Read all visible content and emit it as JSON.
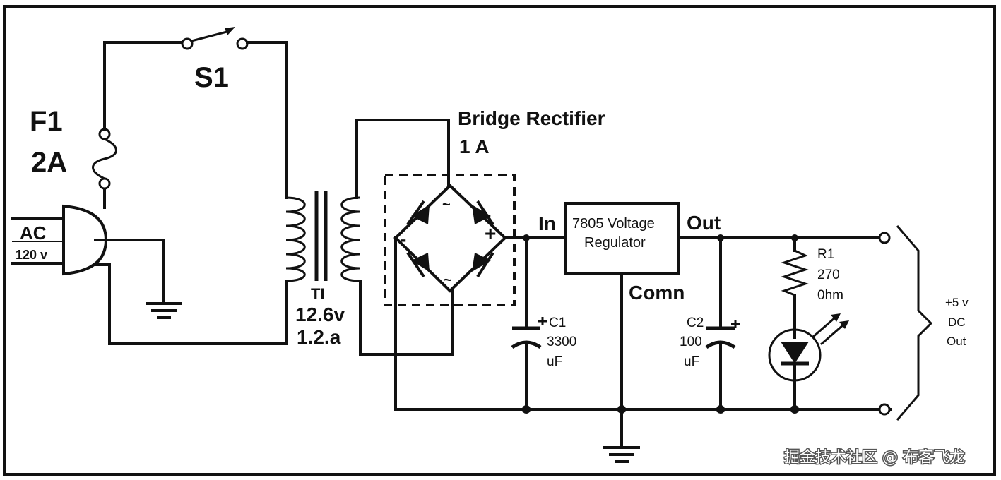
{
  "diagram": {
    "labels": {
      "fuse_name": "F1",
      "fuse_rating": "2A",
      "switch_name": "S1",
      "ac_label": "AC",
      "ac_voltage": "120 v",
      "transformer_name": "TI",
      "transformer_voltage": "12.6v",
      "transformer_current": "1.2.a",
      "bridge_title": "Bridge Rectifier",
      "bridge_rating": "1 A",
      "bridge_plus": "+",
      "bridge_minus": "-",
      "bridge_ac1": "~",
      "bridge_ac2": "~",
      "reg_in": "In",
      "reg_line1": "7805 Voltage",
      "reg_line2": "Regulator",
      "reg_out": "Out",
      "reg_comn": "Comn",
      "c1_name": "C1",
      "c1_value": "3300",
      "c1_unit": "uF",
      "c2_name": "C2",
      "c2_value": "100",
      "c2_unit": "uF",
      "r1_name": "R1",
      "r1_value": "270",
      "r1_unit": "0hm",
      "out_volts": "+5 v",
      "out_dc": "DC",
      "out_label": "Out",
      "watermark": "掘金技术社区 @ 布客飞龙"
    }
  }
}
